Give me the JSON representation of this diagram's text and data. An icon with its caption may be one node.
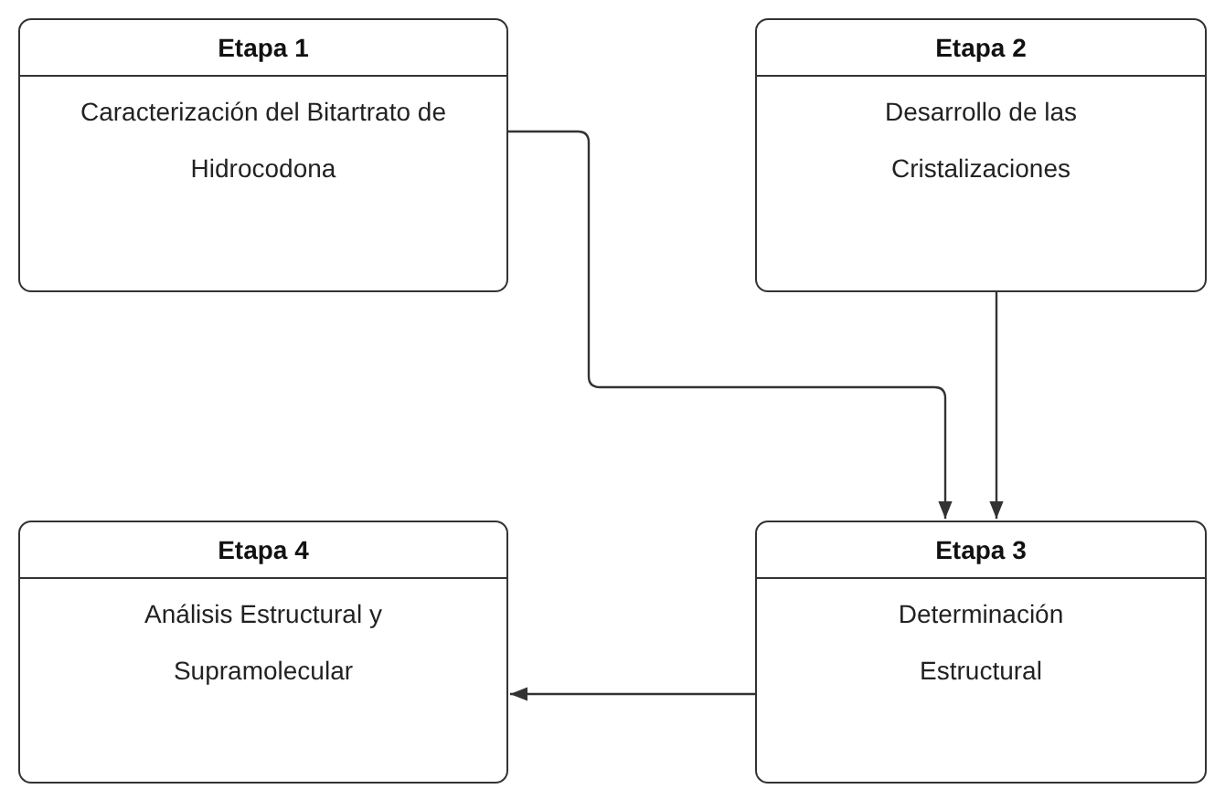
{
  "diagram": {
    "nodes": [
      {
        "text": [
          "Etapa 1",
          "Caracterización del Bitartrato de Hidrocodona"
        ]
      },
      {
        "text": [
          "Etapa 2",
          "Desarrollo de las Cristalizaciones"
        ]
      },
      {
        "text": [
          "Etapa 3",
          "Determinación Estructural"
        ]
      },
      {
        "text": [
          "Etapa 4",
          "Análisis Estructural y Supramolecular"
        ]
      }
    ],
    "edges": [
      {
        "from": 0,
        "to": 2,
        "arrow": "to"
      },
      {
        "from": 1,
        "to": 2,
        "arrow": "to"
      },
      {
        "from": 2,
        "to": 3,
        "arrow": "to"
      }
    ]
  }
}
